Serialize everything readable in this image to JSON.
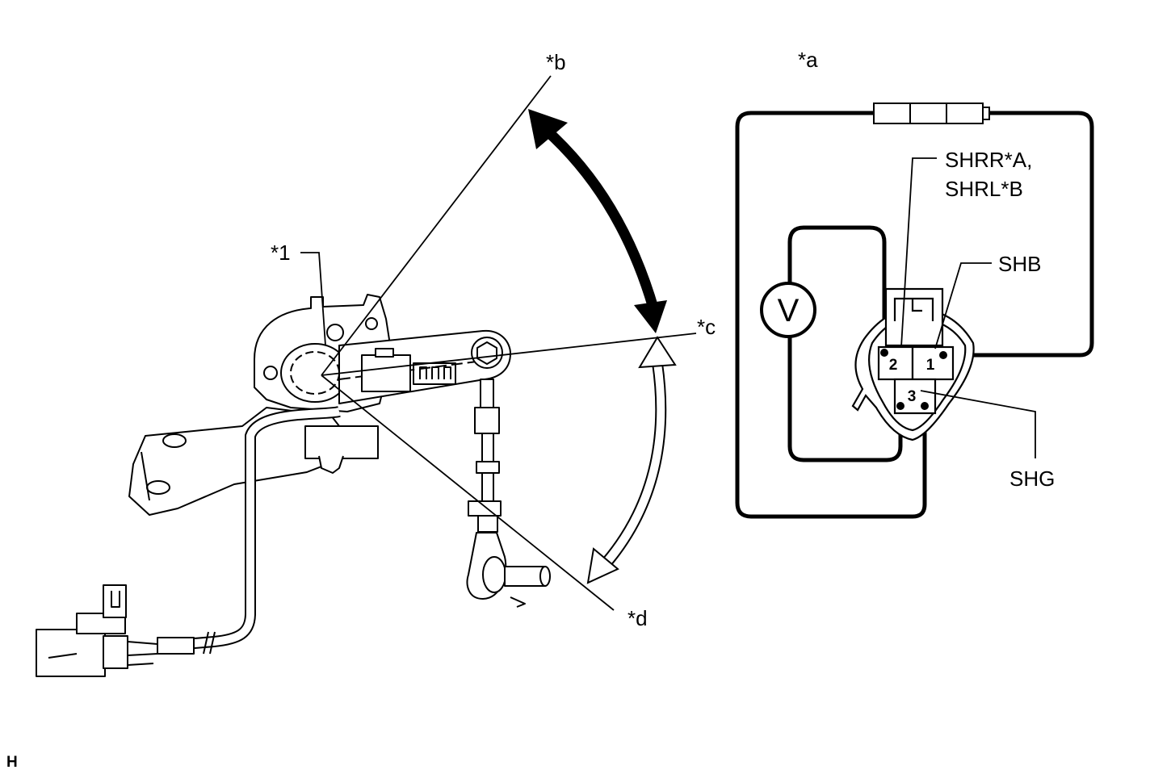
{
  "labels": {
    "a": "*a",
    "b": "*b",
    "c": "*c",
    "d": "*d",
    "part1": "*1",
    "shrr": "SHRR*A,",
    "shrl": "SHRL*B",
    "shb": "SHB",
    "shg": "SHG"
  },
  "pins": {
    "p1": "1",
    "p2": "2",
    "p3": "3"
  },
  "meter_symbol": "V",
  "footer_code": "H"
}
